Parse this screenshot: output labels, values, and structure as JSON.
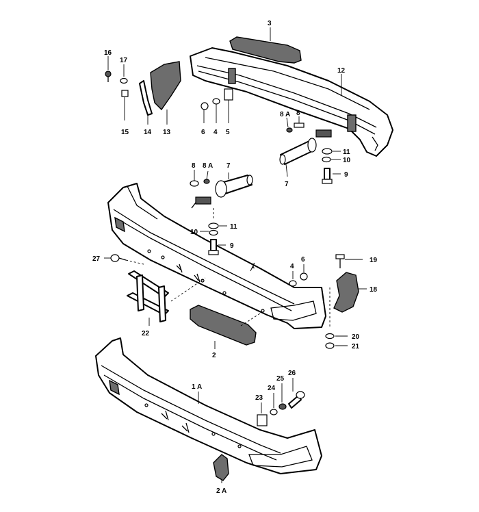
{
  "callouts": {
    "c3": "3",
    "c12": "12",
    "c16": "16",
    "c17": "17",
    "c15": "15",
    "c14": "14",
    "c13": "13",
    "c6a": "6",
    "c4a": "4",
    "c5": "5",
    "c8Aa": "8 A",
    "c8a": "8",
    "c11a": "11",
    "c10a": "10",
    "c9a": "9",
    "c7a": "7",
    "c8b": "8",
    "c8Ab": "8 A",
    "c7b": "7",
    "c11b": "11",
    "c10b": "10",
    "c9b": "9",
    "c27": "27",
    "c1": "1",
    "c4b": "4",
    "c6b": "6",
    "c19": "19",
    "c18": "18",
    "c22": "22",
    "c2": "2",
    "c20": "20",
    "c21": "21",
    "c1A": "1 A",
    "c23": "23",
    "c24": "24",
    "c25": "25",
    "c26": "26",
    "c2A": "2 A"
  }
}
